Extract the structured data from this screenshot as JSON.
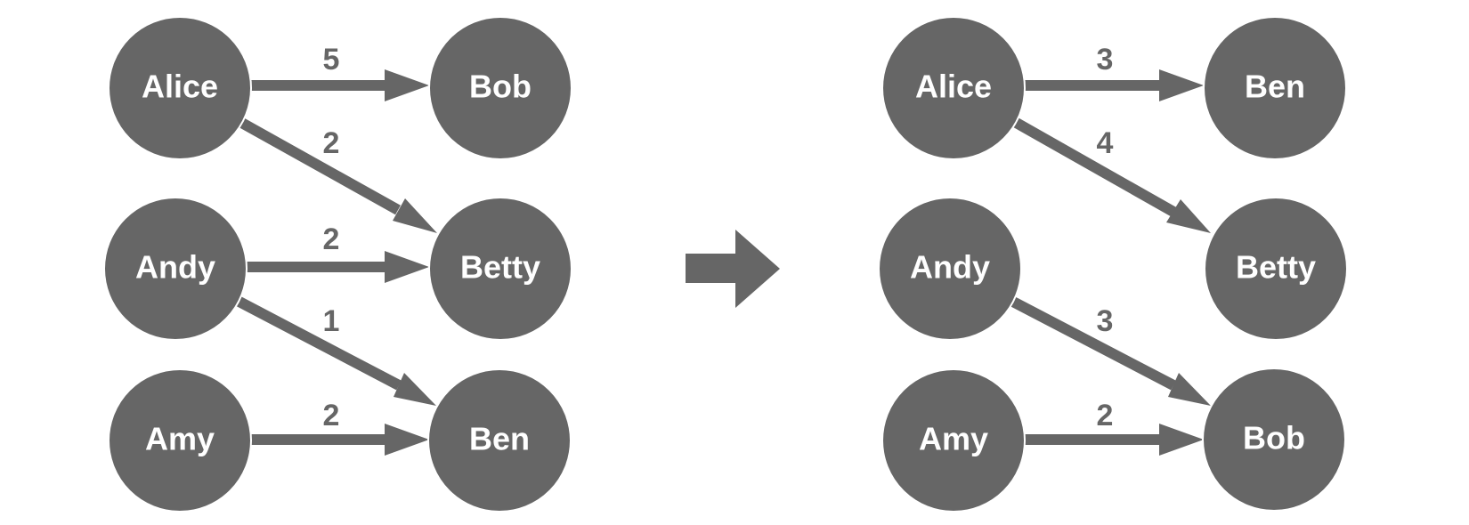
{
  "colors": {
    "node_fill": "#666666",
    "edge": "#666666",
    "text": "#ffffff",
    "background": "#ffffff"
  },
  "left_graph": {
    "nodes": {
      "alice": "Alice",
      "andy": "Andy",
      "amy": "Amy",
      "bob": "Bob",
      "betty": "Betty",
      "ben": "Ben"
    },
    "edges": [
      {
        "from": "Alice",
        "to": "Bob",
        "weight": "5"
      },
      {
        "from": "Alice",
        "to": "Betty",
        "weight": "2"
      },
      {
        "from": "Andy",
        "to": "Betty",
        "weight": "2"
      },
      {
        "from": "Andy",
        "to": "Ben",
        "weight": "1"
      },
      {
        "from": "Amy",
        "to": "Ben",
        "weight": "2"
      }
    ]
  },
  "transition_icon": "right-arrow-icon",
  "right_graph": {
    "nodes": {
      "alice": "Alice",
      "andy": "Andy",
      "amy": "Amy",
      "ben": "Ben",
      "betty": "Betty",
      "bob": "Bob"
    },
    "edges": [
      {
        "from": "Alice",
        "to": "Ben",
        "weight": "3"
      },
      {
        "from": "Alice",
        "to": "Betty",
        "weight": "4"
      },
      {
        "from": "Andy",
        "to": "Bob",
        "weight": "3"
      },
      {
        "from": "Amy",
        "to": "Bob",
        "weight": "2"
      }
    ]
  }
}
